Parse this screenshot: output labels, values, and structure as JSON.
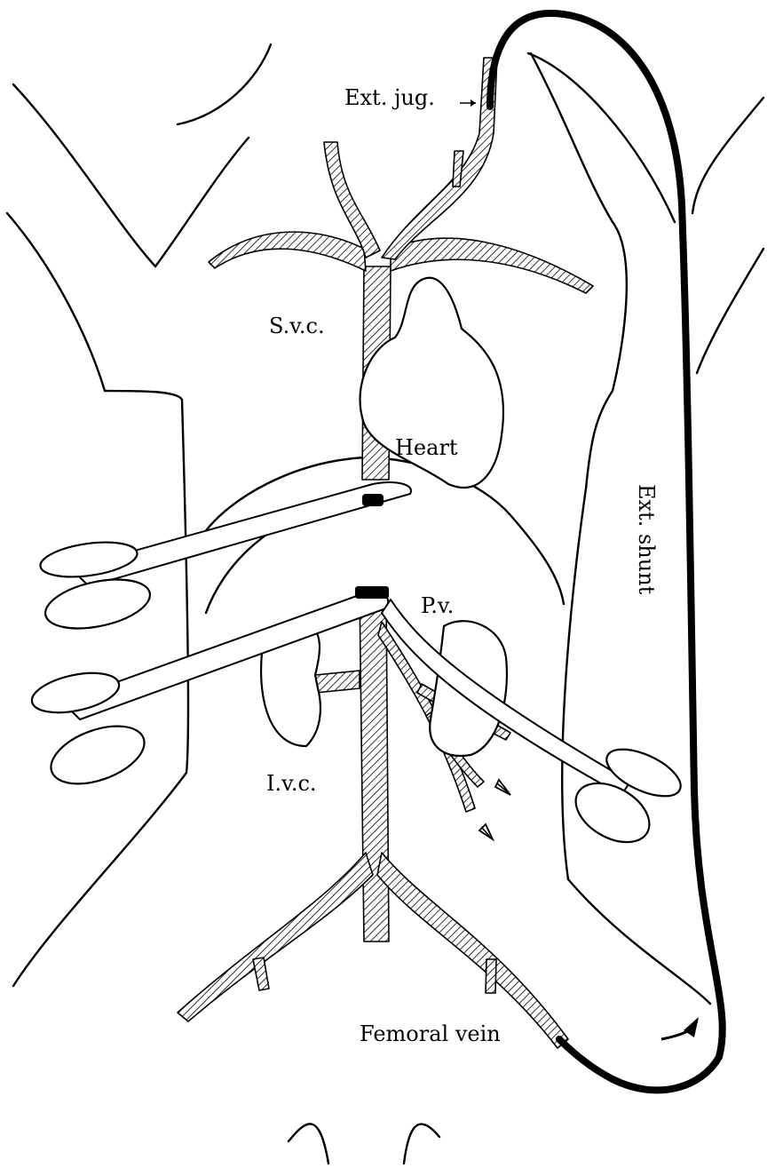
{
  "labels": {
    "ext_jug": "Ext. jug.",
    "svc": "S.v.c.",
    "heart": "Heart",
    "ext_shunt": "Ext. shunt",
    "pv": "P.v.",
    "ivc": "I.v.c.",
    "femoral_vein": "Femoral vein"
  }
}
